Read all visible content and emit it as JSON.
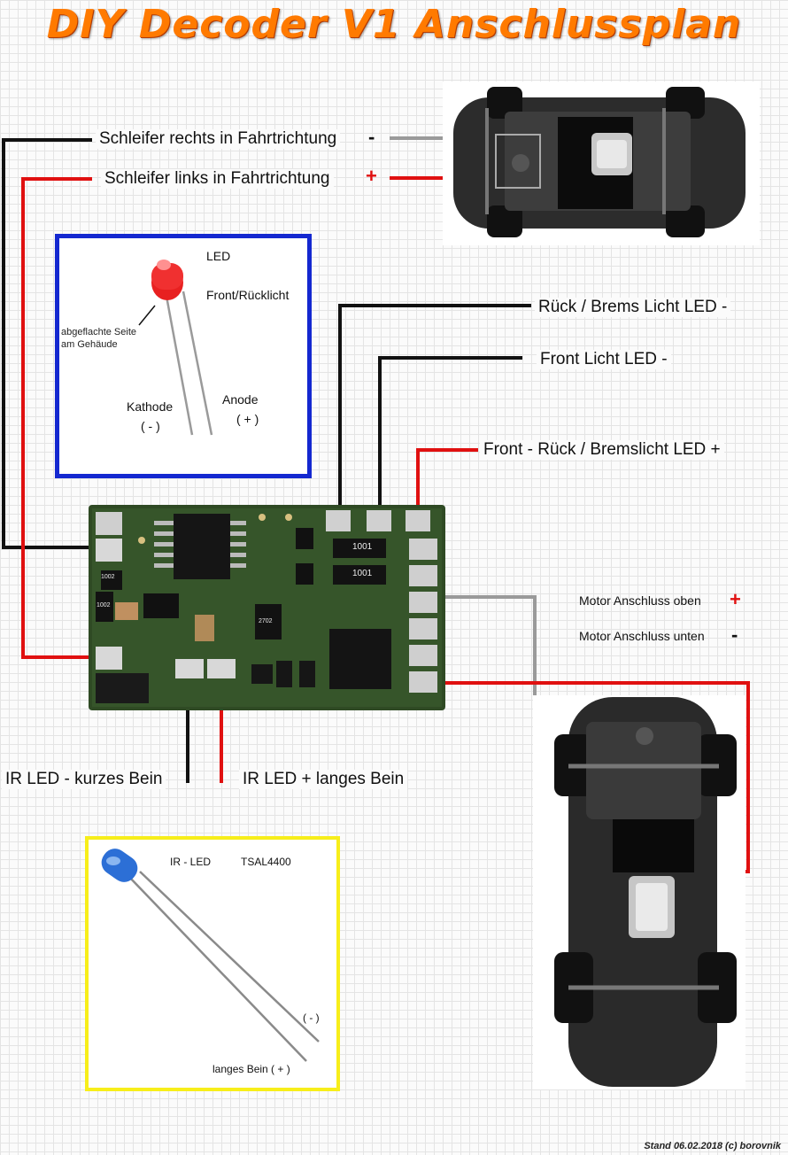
{
  "title": "DIY Decoder V1  Anschlussplan",
  "labels": {
    "schleifer_rechts": "Schleifer rechts in Fahrtrichtung",
    "schleifer_rechts_sign": "-",
    "schleifer_links": "Schleifer  links  in Fahrtrichtung",
    "schleifer_links_sign": "+",
    "rueck_brems": "Rück / Brems Licht LED  -",
    "front_licht": "Front Licht LED  -",
    "front_rueck_brems": "Front - Rück / Bremslicht  LED  +",
    "motor_oben": "Motor Anschluss oben",
    "motor_oben_sign": "+",
    "motor_unten": "Motor Anschluss unten",
    "motor_unten_sign": "-",
    "ir_kurz": "IR LED - kurzes Bein",
    "ir_lang": "IR LED + langes Bein"
  },
  "led_box": {
    "led": "LED",
    "front_rueck": "Front/Rücklicht",
    "abgeflacht_1": "abgeflachte Seite",
    "abgeflacht_2": "am Gehäude",
    "kathode": "Kathode",
    "kathode_sign": "( - )",
    "anode": "Anode",
    "anode_sign": "( + )"
  },
  "ir_box": {
    "ir_led": "IR - LED",
    "part": "TSAL4400",
    "minus": "( - )",
    "langes_bein": "langes Bein  ( + )"
  },
  "pcb": {
    "r1": "1001",
    "r2": "1001",
    "r3": "1002",
    "r4": "1002",
    "r5": "2702"
  },
  "footer": "Stand 06.02.2018 (c) borovnik",
  "colors": {
    "minus_wire": "#111111",
    "plus_wire": "#e01010",
    "motor_minus_wire": "#999999",
    "led_frame": "#1428d0",
    "ir_frame": "#f7ee1a",
    "title": "#ff7a00"
  }
}
